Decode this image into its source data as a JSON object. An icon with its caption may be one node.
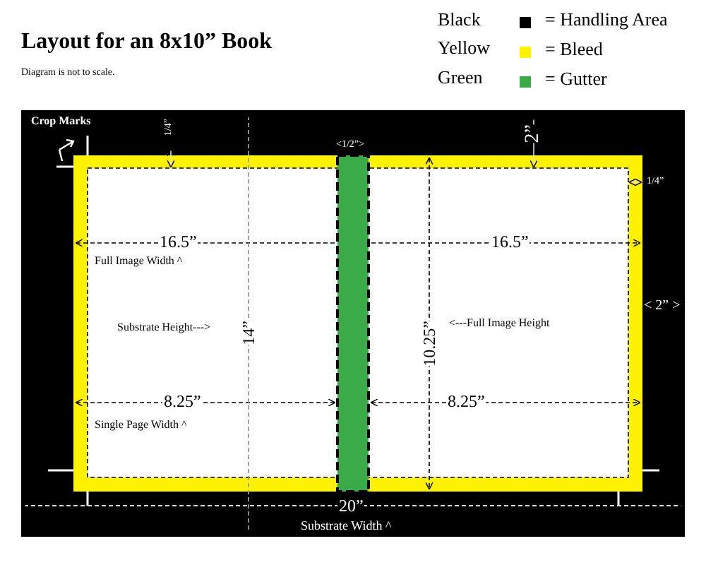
{
  "diagram": {
    "title": "Layout for an 8x10” Book",
    "labels": [
      "Diagram is not to scale.",
      "Black",
      "Yellow",
      "Green",
      "Crop Marks",
      "1/4”",
      "<1/2”>",
      "2”",
      "1/4”",
      "16.5”",
      "16.5”",
      "Full Image Width ^",
      "Substrate Height--->",
      "14”",
      "10.25”",
      "<---Full Image Height",
      "< 2” >",
      "8.25”",
      "8.25”",
      "Single Page Width ^",
      "20”",
      "Substrate Width ^"
    ],
    "legend": [
      {
        "text": "= Handling Area",
        "color": "#000000"
      },
      {
        "text": "= Bleed",
        "color": "#fff200"
      },
      {
        "text": "= Gutter",
        "color": "#3aaa48"
      }
    ]
  }
}
